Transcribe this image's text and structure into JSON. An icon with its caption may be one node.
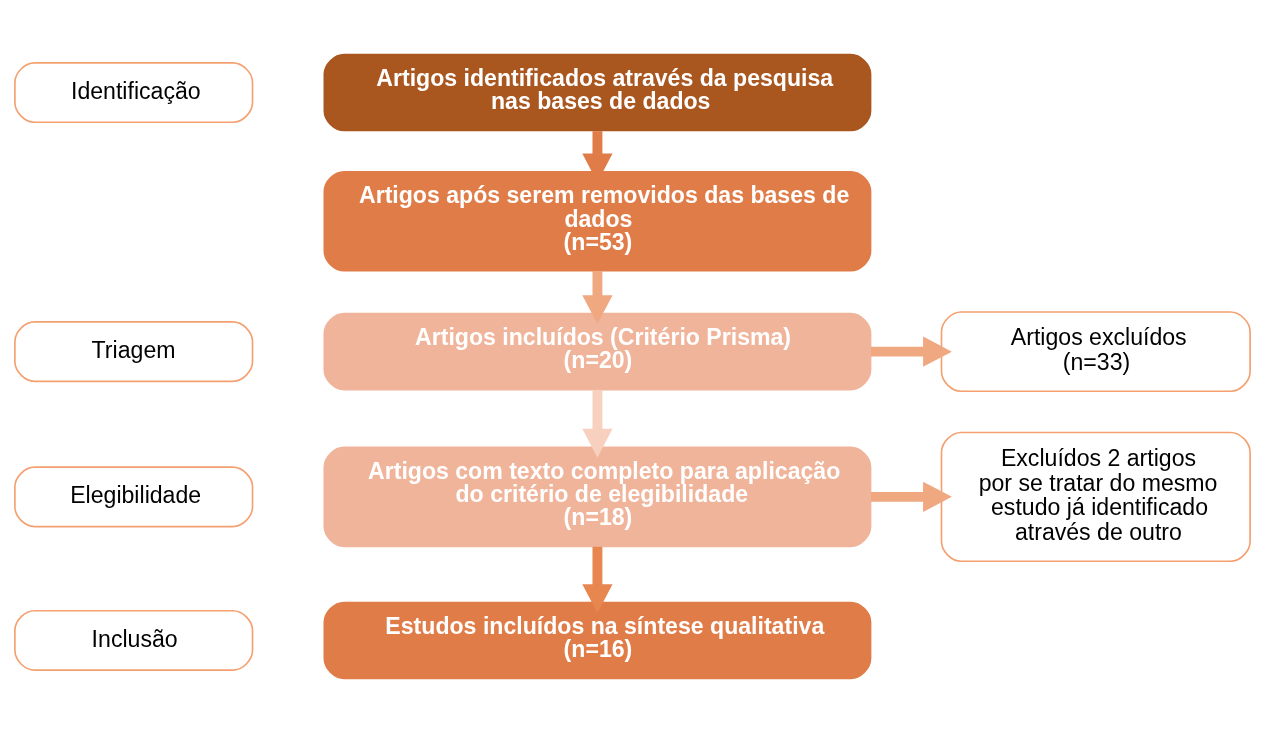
{
  "diagram": {
    "nodes": [
      {
        "text": [
          "Identificação"
        ]
      },
      {
        "text": [
          "Triagem"
        ]
      },
      {
        "text": [
          "Elegibilidade"
        ]
      },
      {
        "text": [
          "Inclusão"
        ]
      },
      {
        "text": [
          "Artigos identificados através da pesquisa nas bases de dados"
        ]
      },
      {
        "text": [
          "Artigos após serem removidos das bases de dados",
          "(n=53)"
        ]
      },
      {
        "text": [
          "Artigos incluídos (Critério Prisma)",
          "(n=20)"
        ]
      },
      {
        "text": [
          "Artigos excluídos",
          "(n=33)"
        ]
      },
      {
        "text": [
          "Artigos com texto completo para aplicação do critério de elegibilidade",
          "(n=18)"
        ]
      },
      {
        "text": [
          "Excluídos 2 artigos por se tratar do mesmo estudo já identificado através de outro"
        ]
      },
      {
        "text": [
          "Estudos incluídos na síntese qualitativa",
          "(n=16)"
        ]
      }
    ],
    "edges": [
      {
        "from": 4,
        "to": 5,
        "arrow": "to",
        "color": "#e07c48"
      },
      {
        "from": 5,
        "to": 6,
        "arrow": "to",
        "color": "#f0a880"
      },
      {
        "from": 6,
        "to": 8,
        "arrow": "to",
        "color": "#f7d0c0"
      },
      {
        "from": 8,
        "to": 10,
        "arrow": "to",
        "color": "#e8864f"
      },
      {
        "from": 6,
        "to": 7,
        "arrow": "to",
        "color": "#f0a880"
      },
      {
        "from": 8,
        "to": 9,
        "arrow": "to",
        "color": "#f0a880"
      }
    ]
  }
}
